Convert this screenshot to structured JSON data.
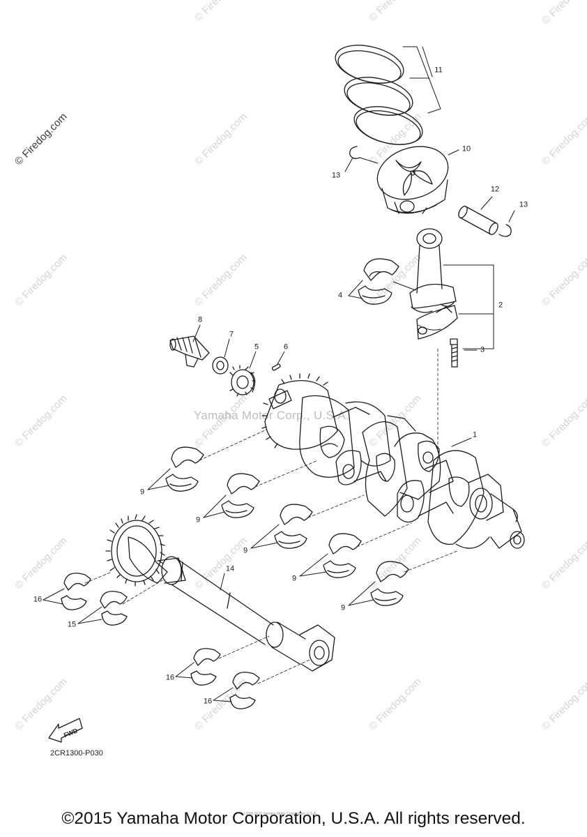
{
  "watermark": "© Firedog.com",
  "center_watermark": "Yamaha Motor Corp., U.S.A.",
  "diagram_code": "2CR1300-P030",
  "fwd_label": "FWD",
  "copyright": "©2015 Yamaha Motor Corporation, U.S.A. All rights reserved.",
  "tiny_notice": "(c) 2000-2015 Yamaha Motor Corporation, U.S.A.",
  "callouts": {
    "c1": "1",
    "c2": "2",
    "c3": "3",
    "c4": "4",
    "c5": "5",
    "c6": "6",
    "c7": "7",
    "c8": "8",
    "c9a": "9",
    "c9b": "9",
    "c9c": "9",
    "c9d": "9",
    "c9e": "9",
    "c10": "10",
    "c11": "11",
    "c12": "12",
    "c13a": "13",
    "c13b": "13",
    "c14": "14",
    "c15": "15",
    "c16a": "16",
    "c16b": "16",
    "c16c": "16"
  },
  "colors": {
    "line": "#1a1a1a",
    "watermark": "#d4d4d4",
    "background": "#ffffff"
  }
}
